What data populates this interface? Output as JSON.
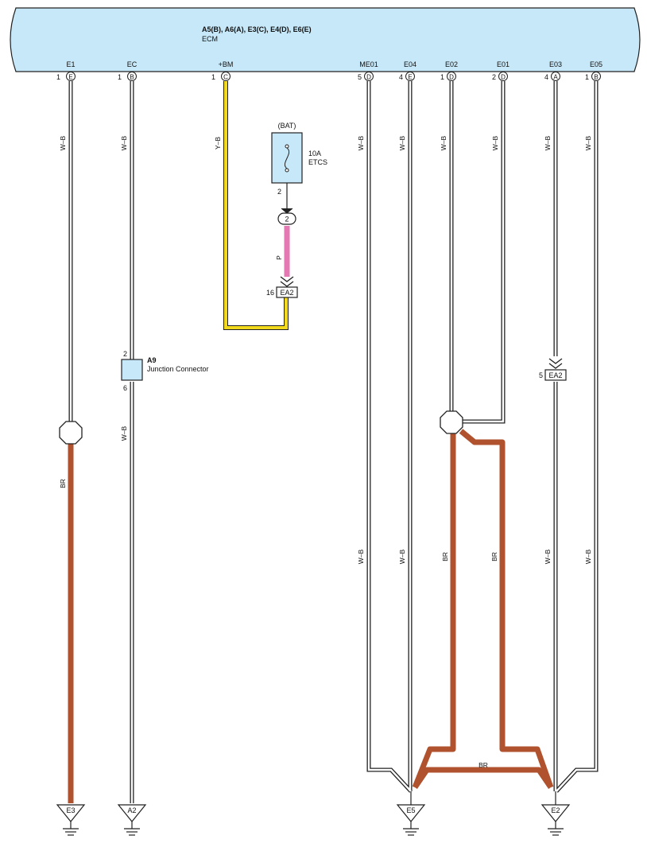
{
  "ecm": {
    "connectors": "A5(B), A6(A), E3(C), E4(D), E6(E)",
    "name": "ECM"
  },
  "pins": [
    {
      "name": "E1",
      "num": "1",
      "letter": "E"
    },
    {
      "name": "EC",
      "num": "1",
      "letter": "B"
    },
    {
      "name": "+BM",
      "num": "1",
      "letter": "C"
    },
    {
      "name": "ME01",
      "num": "5",
      "letter": "D"
    },
    {
      "name": "E04",
      "num": "4",
      "letter": "E"
    },
    {
      "name": "E02",
      "num": "1",
      "letter": "D"
    },
    {
      "name": "E01",
      "num": "2",
      "letter": "D"
    },
    {
      "name": "E03",
      "num": "4",
      "letter": "A"
    },
    {
      "name": "E05",
      "num": "1",
      "letter": "B"
    }
  ],
  "wire_colors": {
    "wb": "W–B",
    "yb": "Y–B",
    "p": "P",
    "br": "BR"
  },
  "fuse": {
    "source": "(BAT)",
    "rating": "10A",
    "name": "ETCS",
    "pin": "2"
  },
  "inline": {
    "pin2": "2",
    "ea2_top_pin": "16",
    "ea2_label": "EA2",
    "ea2_right_pin": "5"
  },
  "junction": {
    "id": "A9",
    "name": "Junction Connector",
    "pin_top": "2",
    "pin_bottom": "6"
  },
  "grounds": [
    "E3",
    "A2",
    "E5",
    "E2"
  ],
  "colors": {
    "ecm_fill": "#c7e8f8",
    "yellow": "#f3d91b",
    "pink": "#e579b3",
    "brown": "#b0522e"
  }
}
